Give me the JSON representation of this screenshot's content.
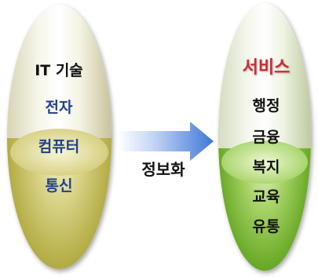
{
  "left": {
    "items": [
      "IT 기술",
      "전자",
      "컴퓨터",
      "통신"
    ]
  },
  "arrow_label": "정보화",
  "right": {
    "title": "서비스",
    "items": [
      "행정",
      "금융",
      "복지",
      "교육",
      "유통"
    ]
  },
  "colors": {
    "left_fill": "#c8c06a",
    "right_fill": "#6fae2c",
    "arrow": "#4a7fd8",
    "blue_text": "#1f3f8f",
    "red_text": "#c0303a"
  }
}
